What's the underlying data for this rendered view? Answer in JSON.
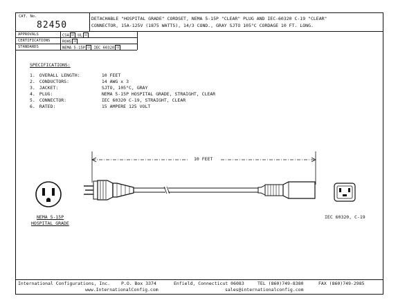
{
  "catalog": {
    "label": "CAT. No.",
    "number": "82450"
  },
  "description": "DETACHABLE \"HOSPITAL GRADE\" CORDSET, NEMA 5-15P \"CLEAR\" PLUG AND IEC-60320 C-19 \"CLEAR\"",
  "description2": "CONNECTOR, 15A-125V (1875 WATTS), 14/3 COND., GRAY SJTO 105°C CORDAGE 10 FT. LONG.",
  "approvals": {
    "label": "APPROVALS",
    "items": [
      "CSA",
      "UL"
    ]
  },
  "certifications": {
    "label": "CERTIFICATIONS",
    "items": [
      "ROHS"
    ]
  },
  "standards": {
    "label": "STANDARDS",
    "items": [
      "NEMA 5-15P",
      "IEC 60320"
    ]
  },
  "check_mark": "☑",
  "specifications": {
    "heading": "SPECIFICATIONS:",
    "rows": [
      {
        "num": "1.",
        "key": "OVERALL LENGTH:",
        "value": "10 FEET"
      },
      {
        "num": "2.",
        "key": "CONDUCTORS:",
        "value": "14 AWG x 3"
      },
      {
        "num": "3.",
        "key": "JACKET:",
        "value": "SJTO, 105°C, GRAY"
      },
      {
        "num": "4.",
        "key": "PLUG:",
        "value": "NEMA 5-15P HOSPITAL GRADE, STRAIGHT, CLEAR"
      },
      {
        "num": "5.",
        "key": "CONNECTOR:",
        "value": "IEC 60320 C-19, STRAIGHT, CLEAR"
      },
      {
        "num": "6.",
        "key": "RATED:",
        "value": "15 AMPERE 125 VOLT"
      }
    ]
  },
  "drawing": {
    "length_label": "10 FEET",
    "plug_label_1": "NEMA 5-15P",
    "plug_label_2": "HOSPITAL GRADE",
    "connector_label": "IEC 60320, C-19"
  },
  "footer": {
    "company": "International Configurations, Inc.",
    "pobox": "P.O. Box 3374",
    "city": "Enfield, Connecticut 06083",
    "tel": "TEL (860)749-8380",
    "fax": "FAX (860)749-2985",
    "web": "www.InternationalConfig.com",
    "email": "sales@internationalconfig.com"
  }
}
